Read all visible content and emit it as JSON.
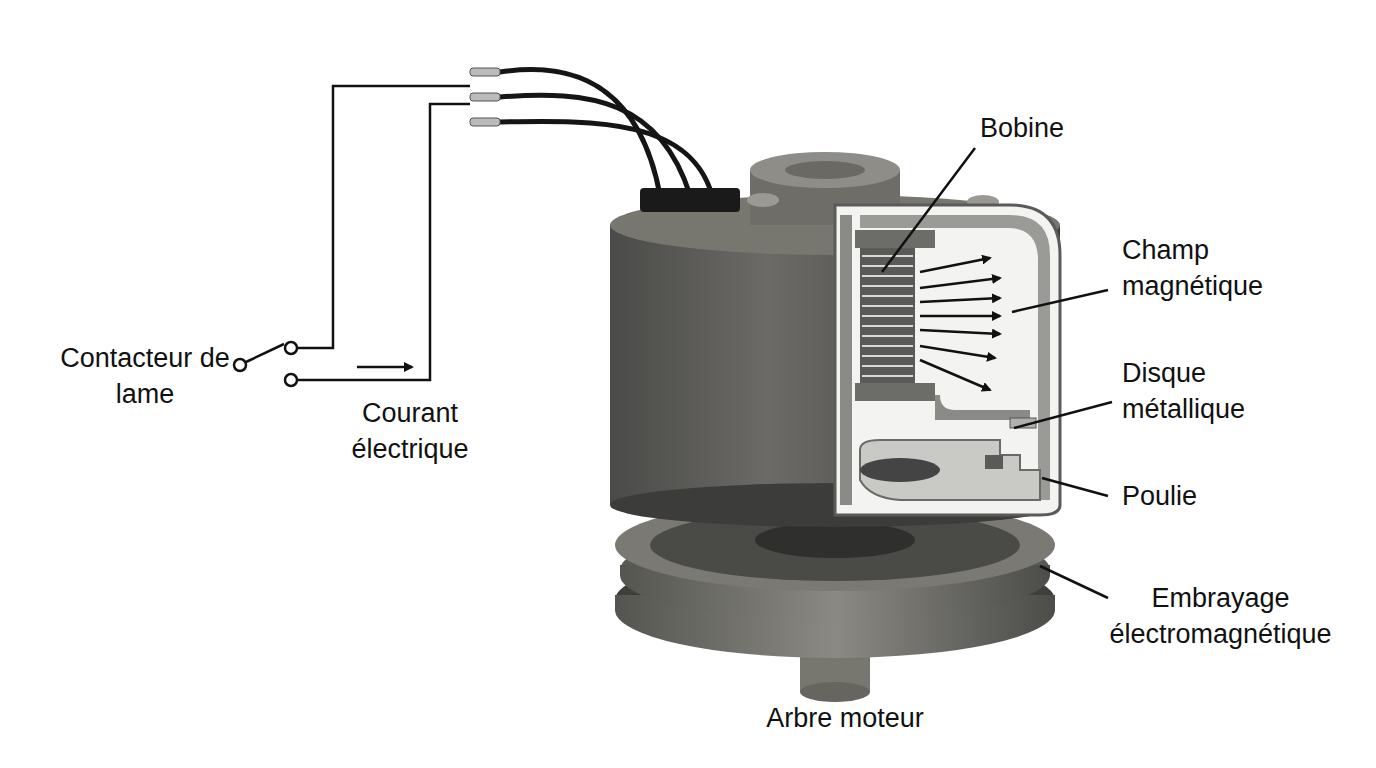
{
  "diagram": {
    "labels": [
      "Bobine",
      "Champ magnétique",
      "Disque métallique",
      "Poulie",
      "Embrayage électromagnétique",
      "Arbre moteur",
      "Contacteur de lame",
      "Courant électrique"
    ]
  }
}
